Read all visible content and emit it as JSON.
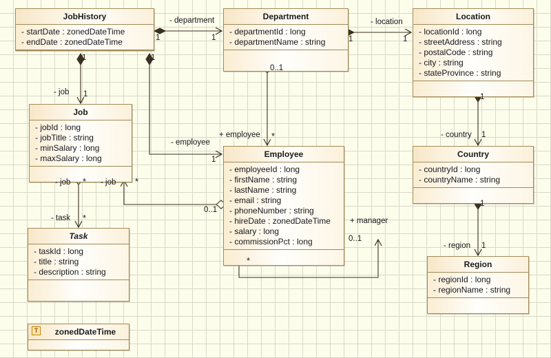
{
  "diagram": {
    "title": "UML Class Diagram",
    "background_color": "#fdfdec",
    "grid_color": "#d8d8c8",
    "class_border_color": "#a08a56",
    "class_fill_color": "#faedd2",
    "line_color": "#3a3020"
  },
  "classes": [
    {
      "id": "jobhistory",
      "name": "JobHistory",
      "stereotype": "",
      "abstract": false,
      "attributes": [
        "- startDate : zonedDateTime",
        "- endDate : zonedDateTime"
      ],
      "has_operations_compartment": false
    },
    {
      "id": "department",
      "name": "Department",
      "stereotype": "",
      "abstract": false,
      "attributes": [
        "- departmentId : long",
        "- departmentName : string"
      ],
      "has_operations_compartment": true
    },
    {
      "id": "location",
      "name": "Location",
      "stereotype": "",
      "abstract": false,
      "attributes": [
        "- locationId : long",
        "- streetAddress : string",
        "- postalCode : string",
        "- city : string",
        "- stateProvince : string"
      ],
      "has_operations_compartment": true
    },
    {
      "id": "job",
      "name": "Job",
      "stereotype": "",
      "abstract": false,
      "attributes": [
        "- jobId : long",
        "- jobTitle : string",
        "- minSalary : long",
        "- maxSalary : long"
      ],
      "has_operations_compartment": true
    },
    {
      "id": "employee",
      "name": "Employee",
      "stereotype": "",
      "abstract": false,
      "attributes": [
        "- employeeId : long",
        "- firstName : string",
        "- lastName : string",
        "- email : string",
        "- phoneNumber : string",
        "- hireDate : zonedDateTime",
        "- salary : long",
        "- commissionPct : long"
      ],
      "has_operations_compartment": true
    },
    {
      "id": "country",
      "name": "Country",
      "stereotype": "",
      "abstract": false,
      "attributes": [
        "- countryId : long",
        "- countryName : string"
      ],
      "has_operations_compartment": true
    },
    {
      "id": "task",
      "name": "Task",
      "stereotype": "",
      "abstract": true,
      "attributes": [
        "- taskId : long",
        "- title : string",
        "- description : string"
      ],
      "has_operations_compartment": true
    },
    {
      "id": "region",
      "name": "Region",
      "stereotype": "",
      "abstract": false,
      "attributes": [
        "- regionId : long",
        "- regionName : string"
      ],
      "has_operations_compartment": true
    },
    {
      "id": "zoneddatetime",
      "name": "zonedDateTime",
      "stereotype": "T",
      "abstract": false,
      "attributes": [],
      "has_operations_compartment": true
    }
  ],
  "relationships": [
    {
      "id": "jobhistory-department",
      "source": "jobhistory",
      "target": "department",
      "role_label": "- department",
      "source_multiplicity": "1",
      "target_multiplicity": "1",
      "source_marker": "filled-diamond",
      "target_marker": "open-arrow"
    },
    {
      "id": "department-location",
      "source": "department",
      "target": "location",
      "role_label": "- location",
      "source_multiplicity": "1",
      "target_multiplicity": "1",
      "source_marker": "filled-diamond",
      "target_marker": "open-arrow"
    },
    {
      "id": "jobhistory-job",
      "source": "jobhistory",
      "target": "job",
      "role_label": "- job",
      "source_multiplicity": "1",
      "target_multiplicity": "1",
      "source_marker": "filled-diamond",
      "target_marker": "open-arrow"
    },
    {
      "id": "jobhistory-employee",
      "source": "jobhistory",
      "target": "employee",
      "role_label": "- employee",
      "source_multiplicity": "1",
      "target_multiplicity": "1",
      "source_marker": "filled-diamond",
      "target_marker": "open-arrow"
    },
    {
      "id": "department-employee",
      "source": "department",
      "target": "employee",
      "role_label": "+ employee",
      "source_multiplicity": "0..1",
      "target_multiplicity": "*",
      "source_marker": "open-diamond",
      "target_marker": "open-arrow"
    },
    {
      "id": "location-country",
      "source": "location",
      "target": "country",
      "role_label": "- country",
      "source_multiplicity": "1",
      "target_multiplicity": "1",
      "source_marker": "filled-diamond",
      "target_marker": "open-arrow"
    },
    {
      "id": "country-region",
      "source": "country",
      "target": "region",
      "role_label": "- region",
      "source_multiplicity": "1",
      "target_multiplicity": "1",
      "source_marker": "filled-diamond",
      "target_marker": "open-arrow"
    },
    {
      "id": "job-task",
      "source": "job",
      "target": "task",
      "role_label_source": "- job",
      "role_label_target": "- task",
      "source_multiplicity": "*",
      "target_multiplicity": "*",
      "source_marker": "open-diamond",
      "target_marker": "open-arrow"
    },
    {
      "id": "employee-job",
      "source": "employee",
      "target": "job",
      "role_label": "- job",
      "source_multiplicity": "0..1",
      "target_multiplicity": "*",
      "source_marker": "open-diamond",
      "target_marker": "open-arrow"
    },
    {
      "id": "employee-manager",
      "source": "employee",
      "target": "employee",
      "role_label": "+ manager",
      "source_multiplicity": "*",
      "target_multiplicity": "0..1",
      "source_marker": "open-diamond",
      "target_marker": "open-arrow"
    }
  ],
  "edge_labels": [
    {
      "id": "lbl-department",
      "text": "- department"
    },
    {
      "id": "lbl-department-m1",
      "text": "1"
    },
    {
      "id": "lbl-department-m2",
      "text": "1"
    },
    {
      "id": "lbl-location",
      "text": "- location"
    },
    {
      "id": "lbl-location-m1",
      "text": "1"
    },
    {
      "id": "lbl-location-m2",
      "text": "1"
    },
    {
      "id": "lbl-job",
      "text": "- job"
    },
    {
      "id": "lbl-job-m1",
      "text": "1"
    },
    {
      "id": "lbl-job-m2",
      "text": "1"
    },
    {
      "id": "lbl-employee",
      "text": "- employee"
    },
    {
      "id": "lbl-employee-m1",
      "text": "1"
    },
    {
      "id": "lbl-employee-m2",
      "text": "1"
    },
    {
      "id": "lbl-plus-employee",
      "text": "+ employee"
    },
    {
      "id": "lbl-dept-emp-m1",
      "text": "0..1"
    },
    {
      "id": "lbl-dept-emp-m2",
      "text": "*"
    },
    {
      "id": "lbl-country",
      "text": "- country"
    },
    {
      "id": "lbl-country-m1",
      "text": "1"
    },
    {
      "id": "lbl-country-m2",
      "text": "1"
    },
    {
      "id": "lbl-region",
      "text": "- region"
    },
    {
      "id": "lbl-region-m1",
      "text": "1"
    },
    {
      "id": "lbl-region-m2",
      "text": "1"
    },
    {
      "id": "lbl-job-task-src",
      "text": "- job"
    },
    {
      "id": "lbl-job-task-src-m",
      "text": "*"
    },
    {
      "id": "lbl-task",
      "text": "- task"
    },
    {
      "id": "lbl-task-m",
      "text": "*"
    },
    {
      "id": "lbl-emp-job",
      "text": "- job"
    },
    {
      "id": "lbl-emp-job-m",
      "text": "*"
    },
    {
      "id": "lbl-emp-job-m2",
      "text": "0..1"
    },
    {
      "id": "lbl-manager",
      "text": "+ manager"
    },
    {
      "id": "lbl-manager-m1",
      "text": "0..1"
    },
    {
      "id": "lbl-manager-m2",
      "text": "*"
    }
  ]
}
